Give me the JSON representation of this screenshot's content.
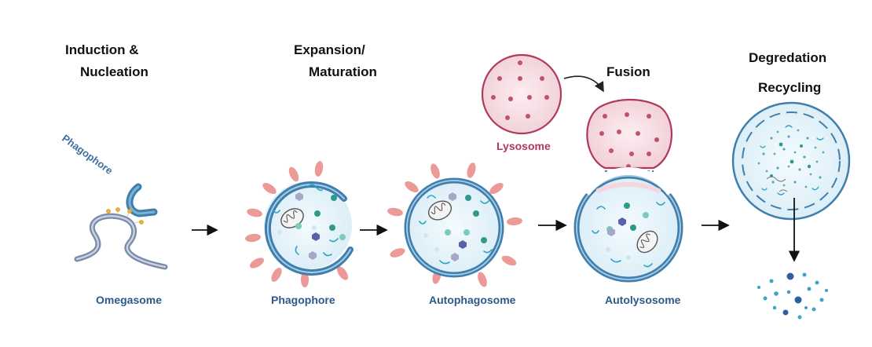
{
  "stages": {
    "induction": {
      "line1": "Induction &",
      "line2": "Nucleation"
    },
    "expansion": {
      "line1": "Expansion/",
      "line2": "Maturation"
    },
    "fusion": {
      "title": "Fusion"
    },
    "degradation": {
      "line1": "Degredation",
      "line2": "Recycling"
    }
  },
  "labels": {
    "phagophore_curved": "Phagophore",
    "omegasome": "Omegasome",
    "phagophore": "Phagophore",
    "autophagosome": "Autophagosome",
    "lysosome": "Lysosome",
    "autolysosome": "Autolysosome"
  },
  "colors": {
    "membrane": "#3f7fae",
    "lumen": "#eaf5fb",
    "receptor": "#ec9a98",
    "lysosome_fill": "#f7dde2",
    "lysosome_edge": "#b0395a",
    "caption": "#2a5a8a"
  }
}
